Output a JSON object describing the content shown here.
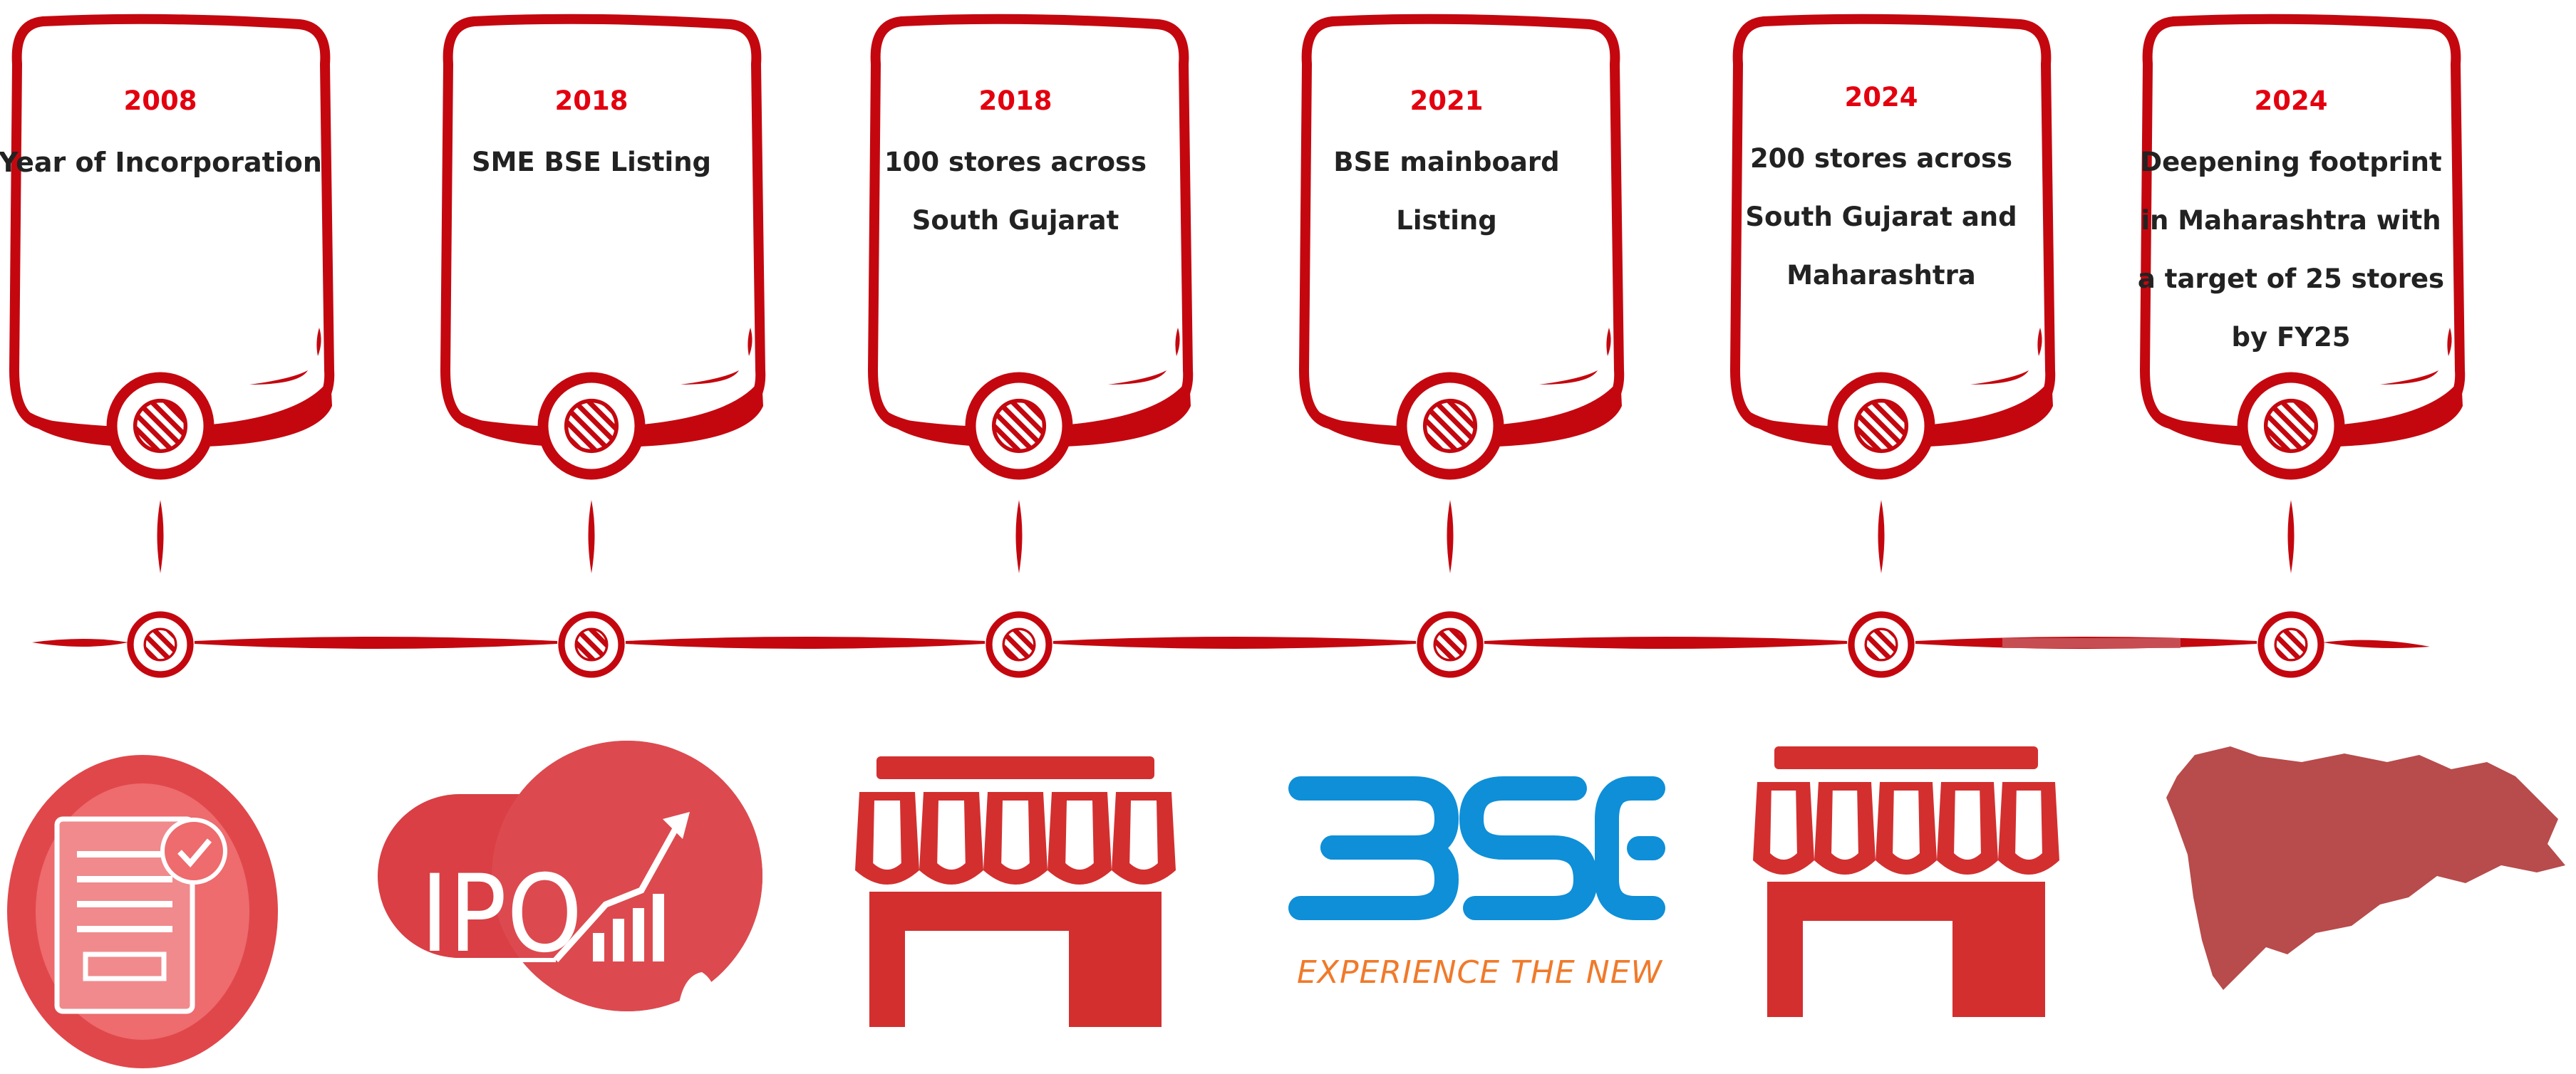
{
  "milestones": [
    {
      "year": "2008",
      "text": "Year of Incorporation",
      "icon": "document-check-icon"
    },
    {
      "year": "2018",
      "text": "SME BSE Listing",
      "icon": "ipo-chart-icon"
    },
    {
      "year": "2018",
      "text": "100 stores across South Gujarat",
      "icon": "storefront-icon"
    },
    {
      "year": "2021",
      "text": "BSE mainboard Listing",
      "icon": "bse-logo"
    },
    {
      "year": "2024",
      "text": "200 stores across South Gujarat and Maharashtra",
      "icon": "storefront-icon"
    },
    {
      "year": "2024",
      "text": "Deepening footprint in Maharashtra with a target of 25 stores by FY25",
      "icon": "maharashtra-map-icon"
    }
  ],
  "ipo_label": "IPO",
  "bse_logo": {
    "letters": "BSE",
    "tagline": "EXPERIENCE THE NEW"
  },
  "colors": {
    "accent": "#c4070f",
    "year": "#e3000f",
    "bse_blue": "#0e8fd8",
    "bse_orange": "#f07a2a",
    "store_red": "#d32f2f",
    "map": "#b84b4b"
  }
}
